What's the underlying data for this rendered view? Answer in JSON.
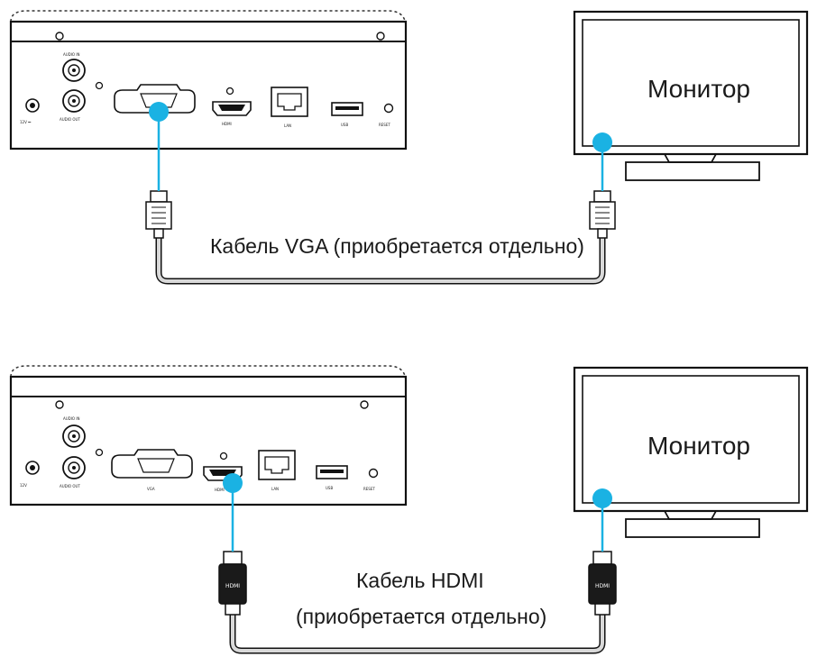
{
  "colors": {
    "accent": "#1ab2e3",
    "line": "#111111",
    "cable": "#d9d9d9"
  },
  "top": {
    "port_labels": {
      "audio_in": "AUDIO IN",
      "audio_out": "AUDIO OUT",
      "power": "12V ⎓",
      "hdmi": "HDMI",
      "lan": "LAN",
      "usb": "USB",
      "reset": "RESET"
    },
    "monitor_label": "Монитор",
    "cable_label": "Кабель VGA (приобретается отдельно)"
  },
  "bottom": {
    "port_labels": {
      "audio_in": "AUDIO IN",
      "audio_out": "AUDIO OUT",
      "power": "12V",
      "vga": "VGA",
      "hdmi": "HDMI",
      "lan": "LAN",
      "usb": "USB",
      "reset": "RESET"
    },
    "monitor_label": "Монитор",
    "cable_label_line1": "Кабель HDMI",
    "cable_label_line2": "(приобретается отдельно)",
    "plug_text": "HDMI"
  }
}
